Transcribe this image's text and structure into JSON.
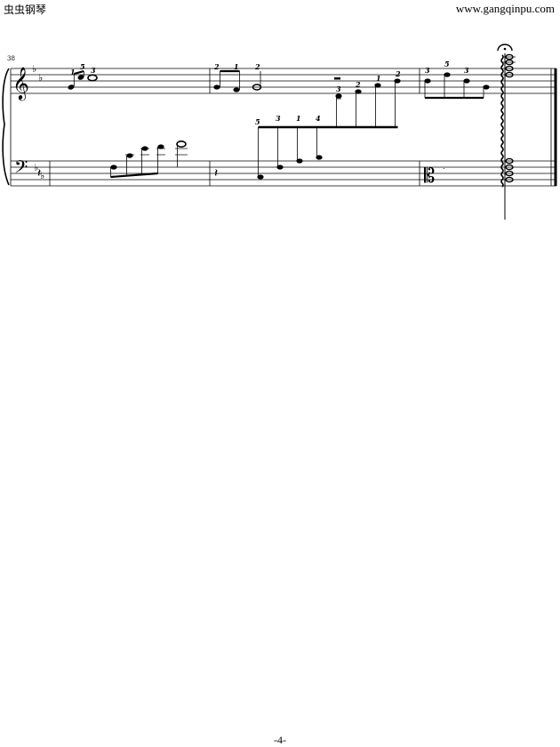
{
  "header": {
    "site_name_cn": "虫虫钢琴",
    "site_url": "www.gangqinpu.com"
  },
  "score": {
    "measure_number": "38",
    "fingerings": {
      "m1_rh": [
        "1",
        "5",
        "3"
      ],
      "m2_rh": [
        "2",
        "1",
        "2"
      ],
      "m2_rh_run": [
        "3",
        "2",
        "1",
        "2"
      ],
      "m2_lh": [
        "5",
        "3",
        "1",
        "4"
      ],
      "m3_rh": [
        "3",
        "5",
        "3"
      ]
    }
  },
  "footer": {
    "page_number": "-4-"
  }
}
